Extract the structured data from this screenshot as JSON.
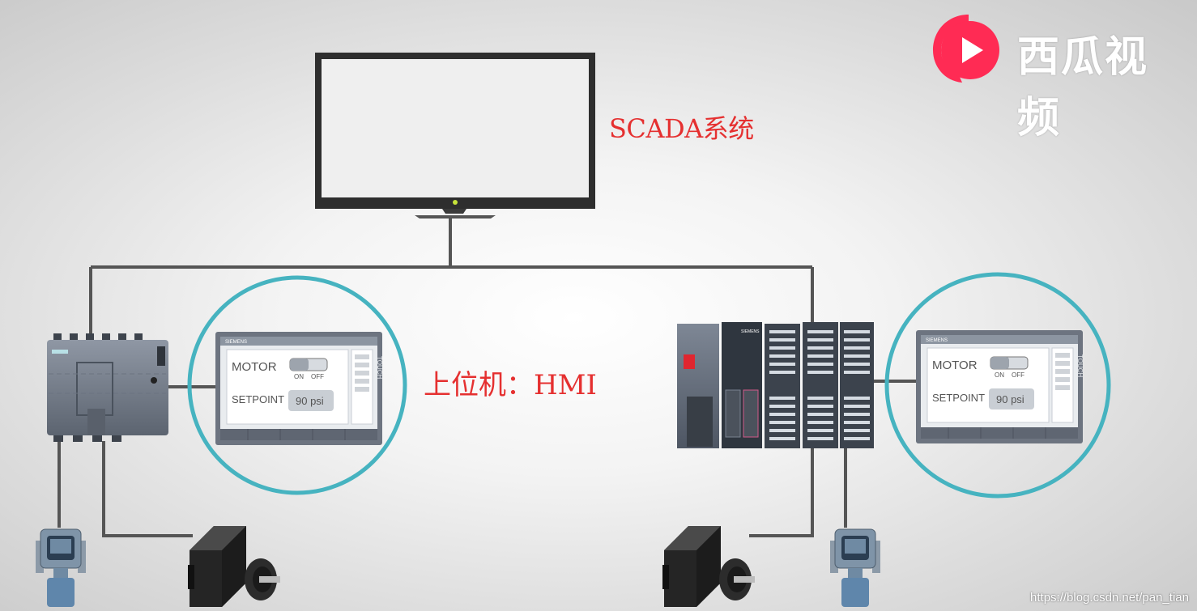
{
  "labels": {
    "scada": "SCADA系统",
    "hmi": "上位机：HMI"
  },
  "brand": {
    "name": "西瓜视频",
    "color": "#ff2b54"
  },
  "watermark": "https://blog.csdn.net/pan_tian",
  "hmi_panel": {
    "brand": "SIEMENS",
    "side_label": "TOUCH",
    "motor_label": "MOTOR",
    "on_label": "ON",
    "off_label": "OFF",
    "setpoint_label": "SETPOINT",
    "setpoint_value": "90 psi"
  },
  "plc_brand": "SIEMENS",
  "colors": {
    "highlight_circle": "#46b3c0",
    "label_red": "#e53030",
    "network_line": "#555555"
  }
}
